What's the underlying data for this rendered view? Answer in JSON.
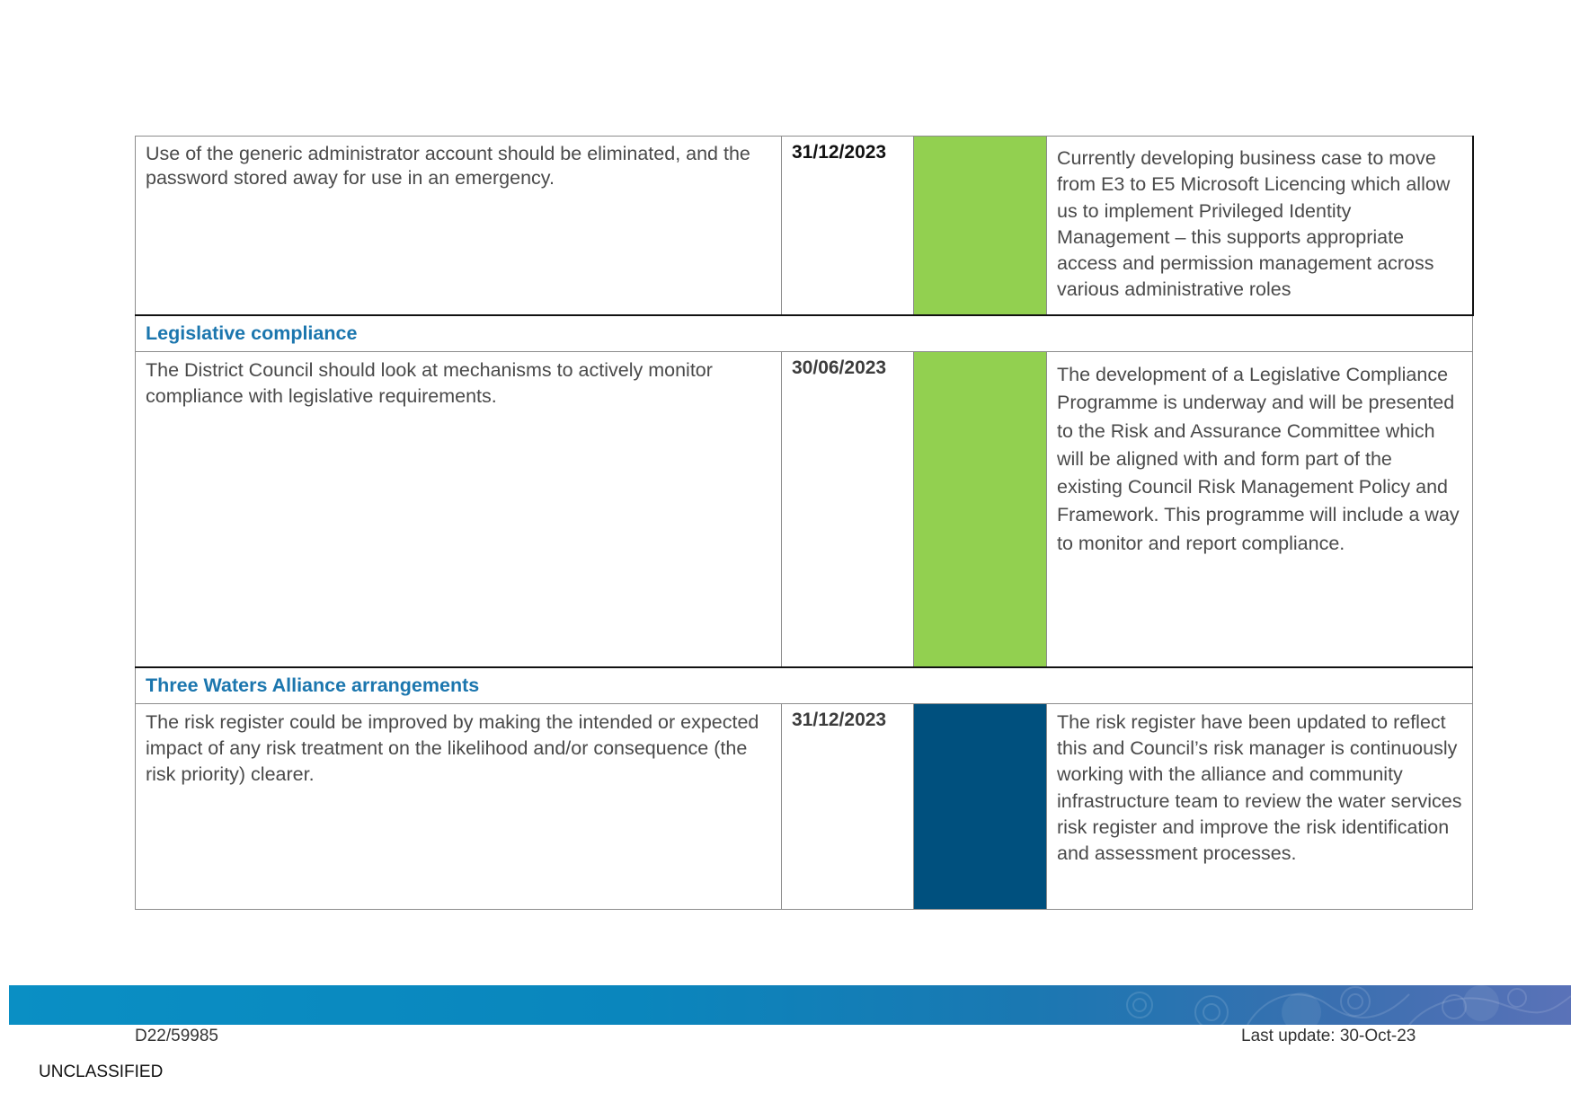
{
  "rows": [
    {
      "finding": "Use of the generic administrator account should be eliminated, and the password stored away for use in an emergency.",
      "date": "31/12/2023",
      "status_color": "#92d050",
      "update": "Currently developing business case to move from E3 to E5 Microsoft Licencing which allow us to implement Privileged Identity Management – this supports appropriate access and permission management across various administrative roles"
    },
    {
      "section": "Legislative compliance",
      "finding": "The District Council should look at mechanisms to actively monitor compliance with legislative requirements.",
      "date": "30/06/2023",
      "status_color": "#92d050",
      "update": "The development of a Legislative Compliance Programme is underway and will be presented to the Risk and Assurance Committee which will be aligned with and form part of the existing Council Risk Management Policy and Framework. This programme will include a way to monitor and report compliance."
    },
    {
      "section": "Three Waters Alliance arrangements",
      "finding": "The risk register could be improved by making the intended or expected impact of any risk treatment on the likelihood and/or consequence (the risk priority) clearer.",
      "date": "31/12/2023",
      "status_color": "#00507e",
      "update": "The risk register have been updated to reflect this and Council’s risk manager is continuously working with the alliance and community infrastructure team to review the water services risk register and improve the risk identification and assessment processes."
    }
  ],
  "footer": {
    "doc_id": "D22/59985",
    "last_update": "Last update: 30-Oct-23",
    "classification": "UNCLASSIFIED"
  },
  "colors": {
    "section_heading": "#1b76ae",
    "banner_start": "#0a8fc4",
    "banner_end": "#5a72b8"
  }
}
